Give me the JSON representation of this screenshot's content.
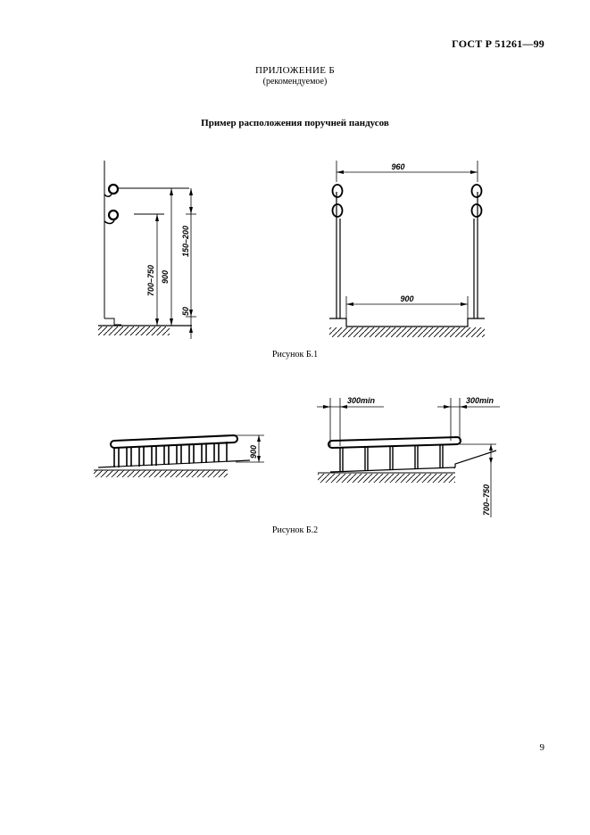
{
  "header": {
    "standard": "ГОСТ Р 51261—99"
  },
  "appendix": {
    "title": "ПРИЛОЖЕНИЕ Б",
    "subtitle": "(рекомендуемое)"
  },
  "figure_title": "Пример расположения поручней пандусов",
  "figure1": {
    "caption": "Рисунок Б.1",
    "dim_150_200": "150–200",
    "dim_900_vertical": "900",
    "dim_700_750": "700–750",
    "dim_50": "50",
    "dim_960": "960",
    "dim_900_horizontal": "900"
  },
  "figure2": {
    "caption": "Рисунок Б.2",
    "dim_900": "900",
    "dim_300min_left": "300min",
    "dim_300min_right": "300min",
    "dim_700_750": "700–750"
  },
  "page": {
    "number": "9"
  }
}
